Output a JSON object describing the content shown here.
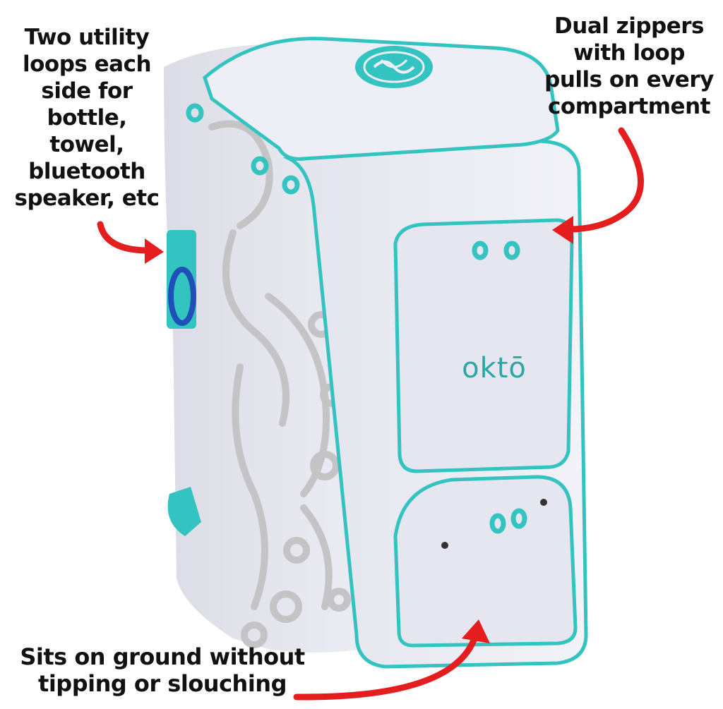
{
  "callouts": {
    "left": [
      "Two utility",
      "loops each",
      "side for",
      "bottle,",
      "towel,",
      "bluetooth",
      "speaker, etc"
    ],
    "right": [
      "Dual zippers",
      "with loop",
      "pulls on every",
      "compartment"
    ],
    "bottom": [
      "Sits on ground without",
      "tipping or slouching"
    ]
  },
  "product": {
    "brand": "oktō"
  },
  "colors": {
    "bag": "#e9e9f2",
    "accent": "#33c3c0",
    "arrow": "#e41e1e",
    "octopus": "#c9c9c9"
  }
}
